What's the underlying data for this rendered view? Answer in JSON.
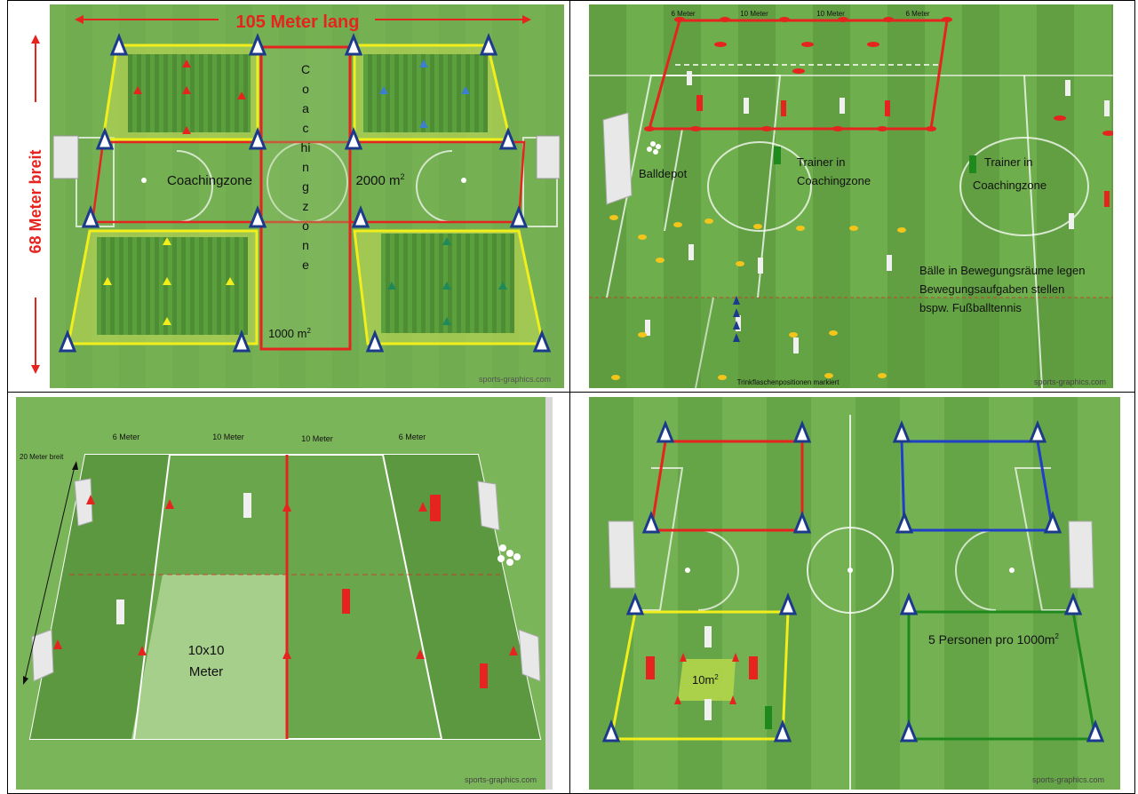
{
  "colors": {
    "grass_dark": "#5c9a3e",
    "grass_light": "#6fae4c",
    "line_red": "#e52420",
    "line_yellow": "#f2ee1c",
    "line_blue": "#1f3fc9",
    "line_green": "#1e8a1e",
    "cone_blue": "#1c3a8c",
    "text_red": "#e52420"
  },
  "panel1": {
    "title_length": "105 Meter lang",
    "title_width": "68 Meter breit",
    "coaching_zone_label": "Coachingzone",
    "area_label": "2000 m",
    "area_sup": "2",
    "vertical_letters": [
      "C",
      "o",
      "a",
      "c",
      "hi",
      "n",
      "g",
      "z",
      "o",
      "n",
      "e"
    ],
    "strip_area_label": "1000 m",
    "strip_area_sup": "2",
    "credit": "sports-graphics.com"
  },
  "panel2": {
    "top_labels": [
      "6 Meter",
      "10 Meter",
      "10 Meter",
      "6 Meter"
    ],
    "balldepot": "Balldepot",
    "trainer1_line1": "Trainer in",
    "trainer1_line2": "Coachingzone",
    "trainer2_line1": "Trainer in",
    "trainer2_line2": "Coachingzone",
    "tasks_line1": "Bälle in Bewegungsräume legen",
    "tasks_line2": "Bewegungsaufgaben stellen",
    "tasks_line3": "bspw. Fußballtennis",
    "bottles": "Trinkflaschenpositionen markiert",
    "credit": "sports-graphics.com"
  },
  "panel3": {
    "top_labels": [
      "6 Meter",
      "10 Meter",
      "10 Meter",
      "6 Meter"
    ],
    "width_label": "20 Meter breit",
    "box_line1": "10x10",
    "box_line2": "Meter",
    "credit": "sports-graphics.com"
  },
  "panel4": {
    "persons_label": "5 Personen pro 1000m",
    "persons_sup": "2",
    "square_label": "10m",
    "square_sup": "2",
    "credit": "sports-graphics.com"
  }
}
